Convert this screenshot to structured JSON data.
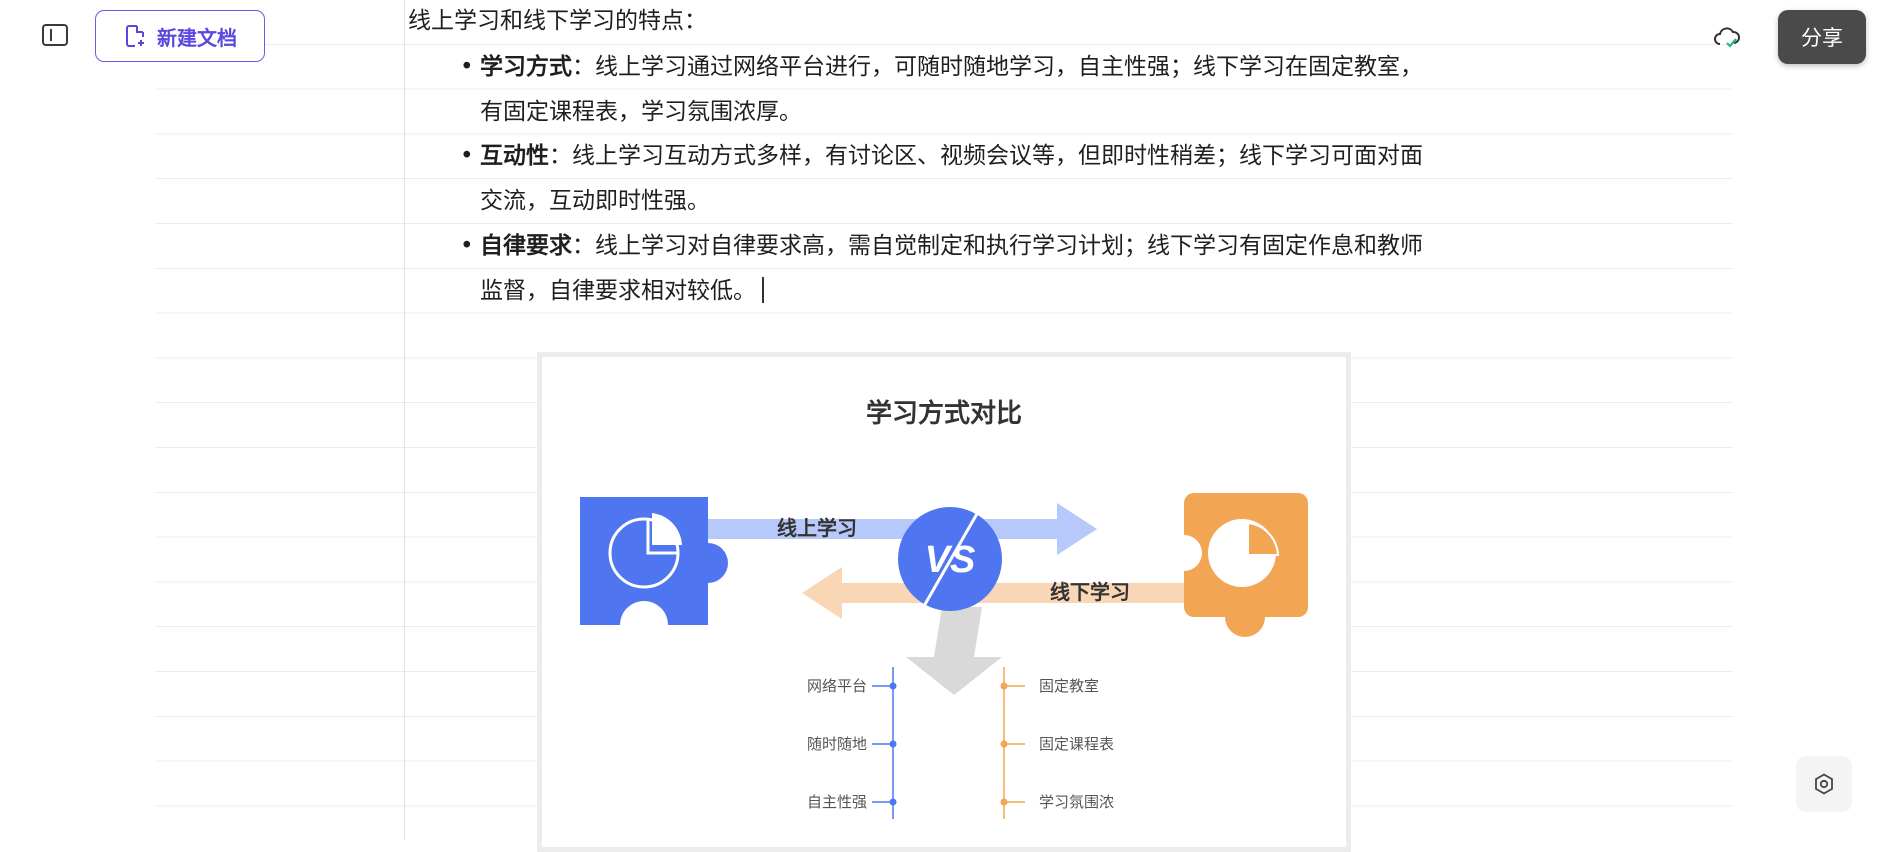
{
  "toolbar": {
    "new_doc_label": "新建文档",
    "share_label": "分享"
  },
  "document": {
    "heading": "线上学习和线下学习的特点：",
    "bullets": [
      {
        "term": "学习方式",
        "line1": "：线上学习通过网络平台进行，可随时随地学习，自主性强；线下学习在固定教室，",
        "line2": "有固定课程表，学习氛围浓厚。"
      },
      {
        "term": "互动性",
        "line1": "：线上学习互动方式多样，有讨论区、视频会议等，但即时性稍差；线下学习可面对面",
        "line2": "交流，互动即时性强。"
      },
      {
        "term": "自律要求",
        "line1": "：线上学习对自律要求高，需自觉制定和执行学习计划；线下学习有固定作息和教师",
        "line2": "监督，自律要求相对较低。"
      }
    ]
  },
  "figure": {
    "title": "学习方式对比",
    "online_label": "线上学习",
    "offline_label": "线下学习",
    "vs_label": "VS",
    "online_items": [
      "网络平台",
      "随时随地",
      "自主性强"
    ],
    "offline_items": [
      "固定教室",
      "固定课程表",
      "学习氛围浓"
    ],
    "colors": {
      "online": "#4f76f0",
      "online_light": "#b7c8fb",
      "offline": "#f2a654",
      "offline_light": "#f9d6b5",
      "funnel": "#d9d9d9"
    }
  }
}
